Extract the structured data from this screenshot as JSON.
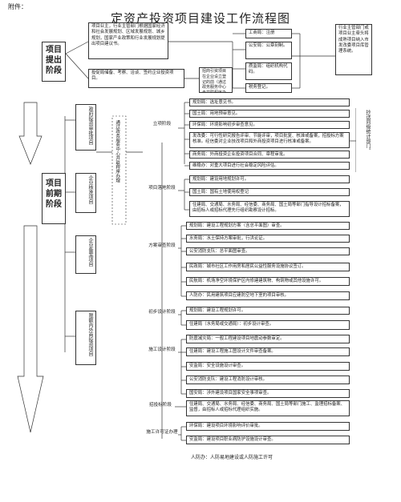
{
  "header": {
    "attachment_label": "附件：",
    "title": "定资产投资项目建设工作流程图"
  },
  "phases": {
    "proposal": "项目提出阶段",
    "pre": "项目前期阶段"
  },
  "proposal": {
    "left_box": "项目业主，行业主管部门根据国家经济和社会发展规划、区域发展规划、城乡规划，国家产业政策和行业发展规划提出项目建议书。",
    "invest_box": "投促局储备、考察、洽谈、签约企业投资项目。",
    "register_box": "招商引资项目在企业设立登记的前（通过政务服务中心走并联程序办理）",
    "center_icon": "工商局：注册",
    "center_public": "公安局：公章刻制。",
    "center_quality": "质监局：组织机构代码。",
    "center_tax": "税务登记。",
    "right_box": "行业主管部门或项目业主牵头将成熟项目纳入市发改委项目库管理系统。"
  },
  "approval_types": {
    "gov": "政府投资审批项目",
    "company_approve": "企业核准项目",
    "company_record": "企业备案项目",
    "limited": "限额内外商投资项目"
  },
  "gov_center": "通过政务服务中心并联程序办理",
  "right_note": "抄送同级统计部门。",
  "stages": {
    "lixiang": "立项阶段",
    "land": "项目落地阶段",
    "plan_review": "方案审查阶段",
    "prelim": "初步设计阶段",
    "construction": "施工设计阶段",
    "bid": "招投标阶段",
    "permit": "施工许可证办理"
  },
  "lixiang_items": [
    "规划局：选址意见书。",
    "国土局：用地预审意见。",
    "环保局：环境影响初步审查意见。",
    "发改委：可行性研究报告评审、节能评审，项目批复、核准或备案，招投标方案核准。经信委对企业技改项目和外商投资项目进行核准或备案。",
    "商务局：外商投资企业投资项目合同、章程审批。",
    "维稳办：对重大项目进行社会稳定风险评估。"
  ],
  "land_items": [
    "规划局：建设用地规划许可。",
    "国土局：国有土地使用权登记",
    "住建局、交通局、水务局、经信委、商务局、国土局等部门指导设计招标备案，由招标人或招标代理先行组织勘察设计招标。"
  ],
  "plan_items": [
    "规划局：建设工程规划方案（含总平面图）审查。",
    "水务局：水土保持方案审批，行洪论证。",
    "公安消防支队：总平面图审查。",
    "民政局：城市社区工作用房和居民公益性服务设施协议签订。",
    "民航局：机场净空环境保护区内修建建筑物、构筑物或其他设施许可。",
    "人防办：民用建筑项目应建防空地下室的项目审核。"
  ],
  "prelim_items": [
    "规划局：建设工程规划许可。",
    "住建局（水务局或交通局）：初步设计审查。"
  ],
  "construction_items": [
    "防震减灾局：一般工程建设项目地震动参数审定。",
    "住建局：建设工程施工图设计文件审查备案。",
    "安监局：安全设施设计审查。",
    "公安消防支队：建设工程消防设计审核。",
    "国安局：涉外建设项目国家安全事项审查。"
  ],
  "bid_items": [
    "住建局、交通局、水务局、经信委、商务局、国土局等部门施工、监理招标备案、监督，由招标人或招标代理组织实施。"
  ],
  "permit_items": [
    "环保局：建设项目环境影响评价审批。",
    "安监局：建设项目职业病防护设施设计审查。"
  ],
  "footer": "人防办：人防易地建设或人防施工许可"
}
